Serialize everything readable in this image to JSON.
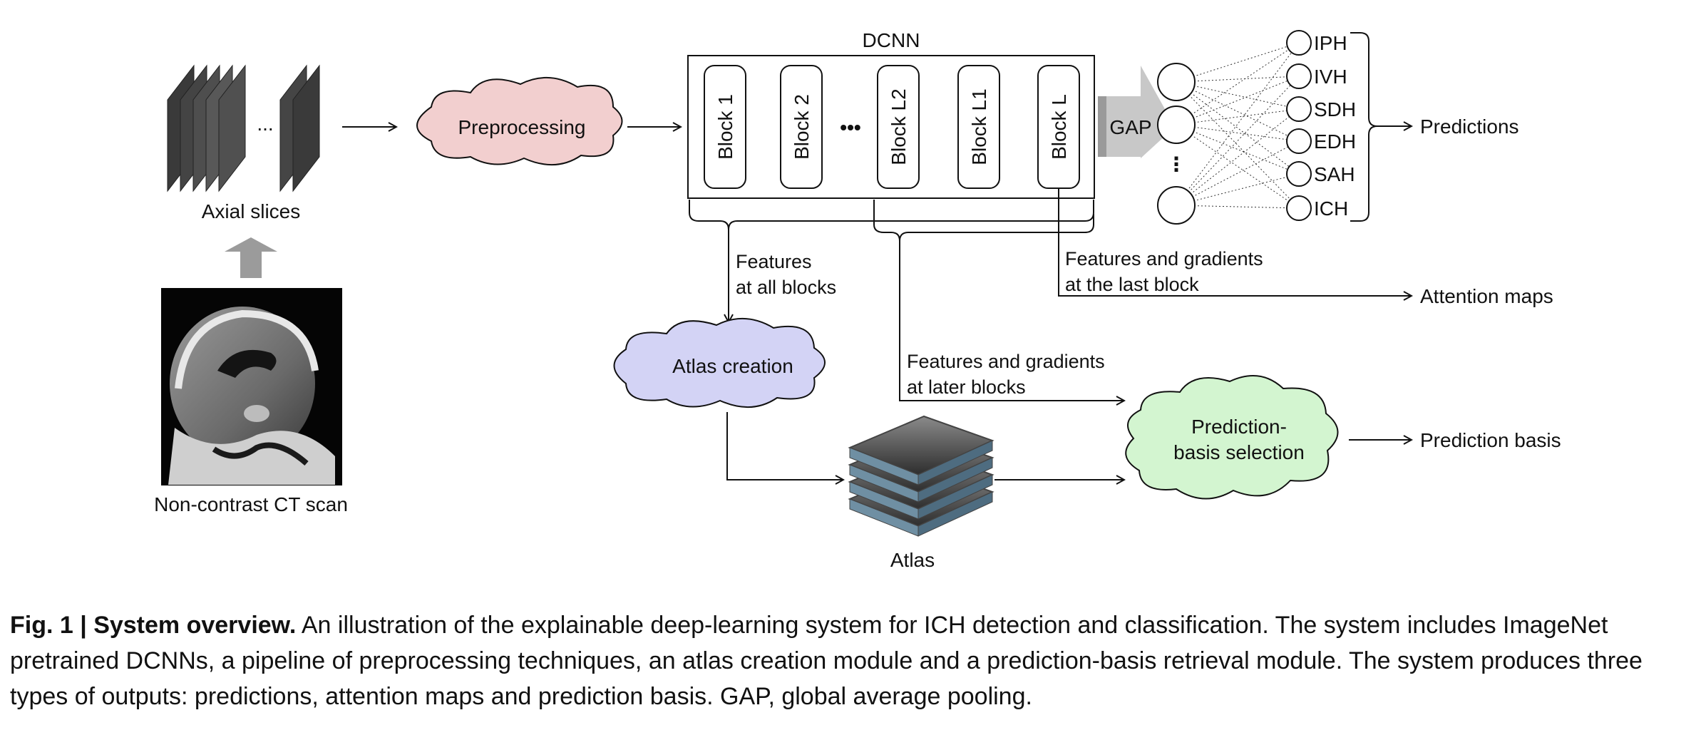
{
  "figure": {
    "axial_slices_label": "Axial slices",
    "ellipsis_small": "...",
    "ct_scan_label": "Non-contrast CT scan",
    "preprocessing_label": "Preprocessing",
    "dcnn_label": "DCNN",
    "blocks": [
      "Block 1",
      "Block 2",
      "Block L2",
      "Block L1",
      "Block L"
    ],
    "block_ellipsis": "•••",
    "gap_label": "GAP",
    "node_ellipsis": "⋮",
    "outputs": [
      "IPH",
      "IVH",
      "SDH",
      "EDH",
      "SAH",
      "ICH"
    ],
    "predictions_label": "Predictions",
    "features_all_blocks": [
      "Features",
      "at all blocks"
    ],
    "features_last_block": [
      "Features and gradients",
      "at the last block"
    ],
    "attention_maps_label": "Attention maps",
    "atlas_creation_label": "Atlas creation",
    "features_later_blocks": [
      "Features and gradients",
      "at later blocks"
    ],
    "prediction_basis_selection": [
      "Prediction-",
      "basis selection"
    ],
    "prediction_basis_label": "Prediction basis",
    "atlas_label": "Atlas",
    "colors": {
      "preprocessing_fill": "#f2cfcf",
      "atlas_creation_fill": "#d3d3f5",
      "selection_fill": "#d3f5d0",
      "gap_arrow": "#c8c8c8",
      "slice_dark": "#3a3a3a"
    }
  },
  "caption": {
    "bold": "Fig. 1 | System overview.",
    "text": " An illustration of the explainable deep-learning system for ICH detection and classification. The system includes ImageNet pretrained DCNNs, a pipeline of preprocessing techniques, an atlas creation module and a prediction-basis retrieval module. The system produces three types of outputs: predictions, attention maps and prediction basis. GAP, global average pooling."
  }
}
